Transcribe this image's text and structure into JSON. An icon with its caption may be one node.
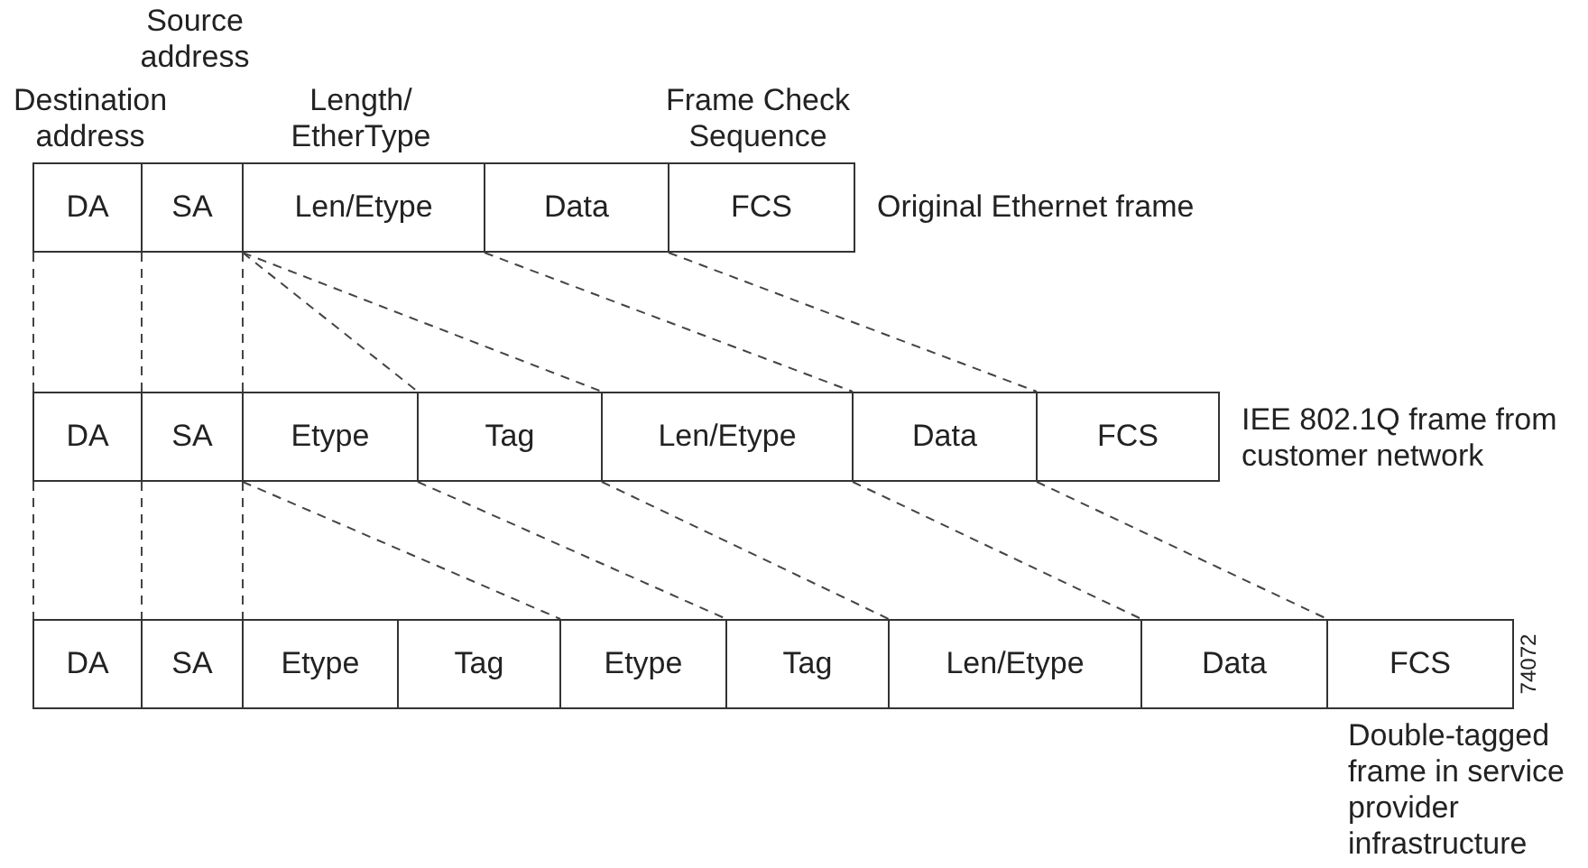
{
  "diagram": {
    "nodes": [
      {
        "text": [
          "DA"
        ]
      },
      {
        "text": [
          "SA"
        ]
      },
      {
        "text": [
          "Len/Etype"
        ]
      },
      {
        "text": [
          "Data"
        ]
      },
      {
        "text": [
          "FCS"
        ]
      },
      {
        "text": [
          "DA"
        ]
      },
      {
        "text": [
          "SA"
        ]
      },
      {
        "text": [
          "Etype"
        ]
      },
      {
        "text": [
          "Tag"
        ]
      },
      {
        "text": [
          "Len/Etype"
        ]
      },
      {
        "text": [
          "Data"
        ]
      },
      {
        "text": [
          "FCS"
        ]
      },
      {
        "text": [
          "DA"
        ]
      },
      {
        "text": [
          "SA"
        ]
      },
      {
        "text": [
          "Etype"
        ]
      },
      {
        "text": [
          "Tag"
        ]
      },
      {
        "text": [
          "Etype"
        ]
      },
      {
        "text": [
          "Tag"
        ]
      },
      {
        "text": [
          "Len/Etype"
        ]
      },
      {
        "text": [
          "Data"
        ]
      },
      {
        "text": [
          "FCS"
        ]
      }
    ],
    "edges": [
      {
        "from": 0,
        "to": 5,
        "arrow": "none",
        "style": "dashed"
      },
      {
        "from": 1,
        "to": 6,
        "arrow": "none",
        "style": "dashed"
      },
      {
        "from": 2,
        "to": 7,
        "arrow": "none",
        "style": "dashed"
      },
      {
        "from": 2,
        "to": 8,
        "arrow": "none",
        "style": "dashed"
      },
      {
        "from": 2,
        "to": 9,
        "arrow": "none",
        "style": "dashed"
      },
      {
        "from": 3,
        "to": 10,
        "arrow": "none",
        "style": "dashed"
      },
      {
        "from": 4,
        "to": 11,
        "arrow": "none",
        "style": "dashed"
      },
      {
        "from": 5,
        "to": 12,
        "arrow": "none",
        "style": "dashed"
      },
      {
        "from": 6,
        "to": 13,
        "arrow": "none",
        "style": "dashed"
      },
      {
        "from": 7,
        "to": 14,
        "arrow": "none",
        "style": "dashed"
      },
      {
        "from": 7,
        "to": 16,
        "arrow": "none",
        "style": "dashed"
      },
      {
        "from": 8,
        "to": 17,
        "arrow": "none",
        "style": "dashed"
      },
      {
        "from": 9,
        "to": 18,
        "arrow": "none",
        "style": "dashed"
      },
      {
        "from": 10,
        "to": 19,
        "arrow": "none",
        "style": "dashed"
      },
      {
        "from": 11,
        "to": 20,
        "arrow": "none",
        "style": "dashed"
      }
    ],
    "labels": [
      "Source address",
      "Destination address",
      "Length/ EtherType",
      "Frame Check Sequence",
      "Original Ethernet frame",
      "IEE 802.1Q frame from customer network",
      "74072",
      "Double-tagged frame in service provider infrastructure"
    ]
  }
}
